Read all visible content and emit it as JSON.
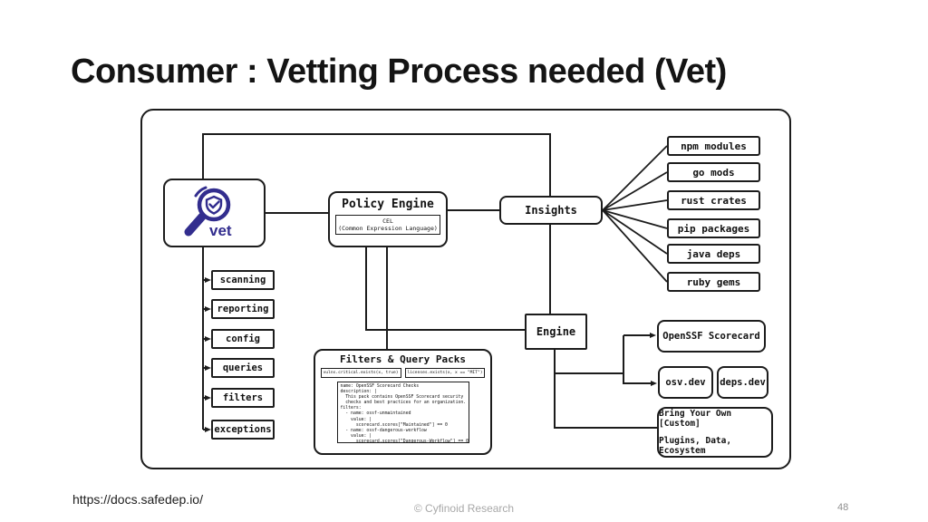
{
  "slide": {
    "title": "Consumer : Vetting Process needed (Vet)",
    "footer": {
      "link": "https://docs.safedep.io/",
      "credit": "© Cyfinoid Research",
      "page_number": "48"
    }
  },
  "colors": {
    "accent_indigo": "#322d8e",
    "stroke": "#1c1c1c",
    "muted_gray": "#a8a8a8"
  },
  "diagram": {
    "vet": {
      "label": "vet",
      "icon": "magnifier-shield-check-icon"
    },
    "policy_engine": {
      "label": "Policy Engine",
      "sub_line1": "CEL",
      "sub_line2": "(Common Expression Language)"
    },
    "insights": {
      "label": "Insights"
    },
    "ecosystems": [
      "npm modules",
      "go mods",
      "rust crates",
      "pip packages",
      "java deps",
      "ruby gems"
    ],
    "vet_features": [
      "scanning",
      "reporting",
      "config",
      "queries",
      "filters",
      "exceptions"
    ],
    "filters_packs": {
      "title": "Filters & Query Packs",
      "query_1": "vulns.critical.exists(x, true)",
      "query_2": "licenses.exists(x, x == \"MIT\")",
      "code": "name: OpenSSF Scorecard Checks\ndescription: |\n  This pack contains OpenSSF Scorecard security\n  checks and best practices for an organization.\nfilters:\n  - name: ossf-unmaintained\n    value: |\n      scorecard.scores[\"Maintained\"] == 0\n  - name: ossf-dangerous-workflow\n    value: |\n      scorecard.scores[\"Dangerous-Workflow\"] == 0"
    },
    "engine": {
      "label": "Engine"
    },
    "data_sources": {
      "scorecard": "OpenSSF Scorecard",
      "osv": "osv.dev",
      "deps": "deps.dev",
      "byo_line1": "Bring Your Own [Custom]",
      "byo_line2": "Plugins, Data, Ecosystem"
    }
  }
}
